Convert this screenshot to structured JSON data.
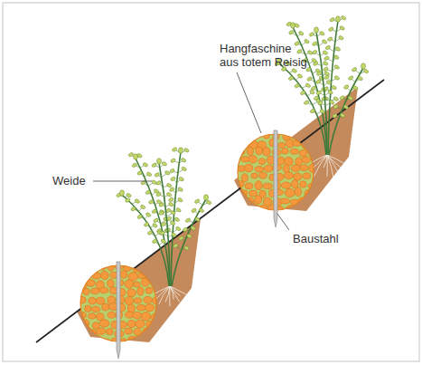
{
  "diagram": {
    "labels": [
      "Hangfaschine aus totem Reisig",
      "Weide",
      "Baustahl"
    ]
  }
}
